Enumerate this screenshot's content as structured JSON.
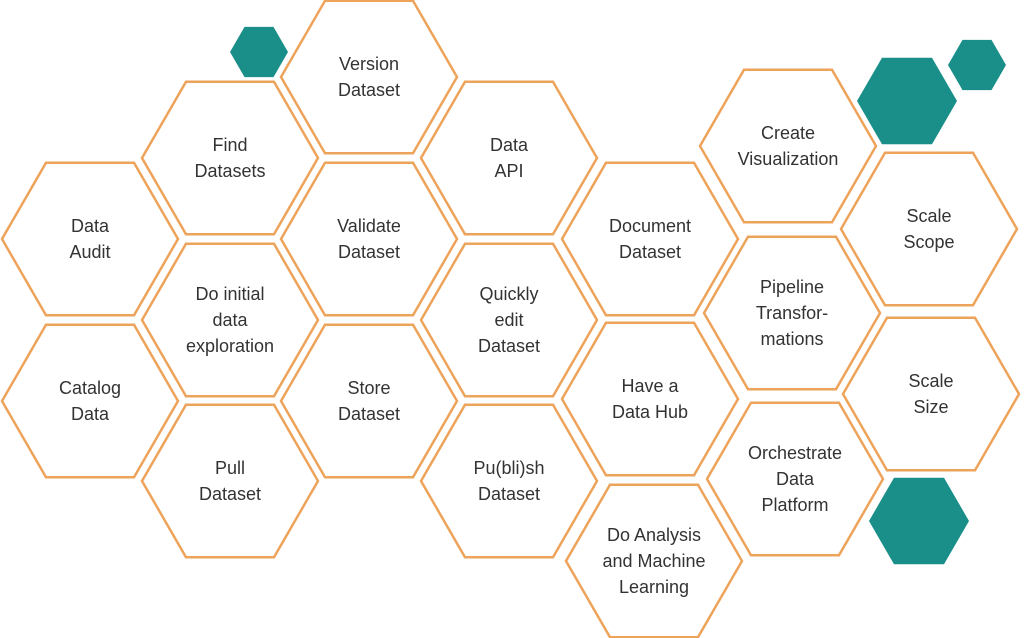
{
  "colors": {
    "outline": "#eea35b",
    "accent": "#1a8f8a",
    "text": "#333333"
  },
  "cells": [
    {
      "id": "version-dataset",
      "lines": [
        "Version",
        "Dataset"
      ]
    },
    {
      "id": "find-datasets",
      "lines": [
        "Find",
        "Datasets"
      ]
    },
    {
      "id": "data-api",
      "lines": [
        "Data",
        "API"
      ]
    },
    {
      "id": "data-audit",
      "lines": [
        "Data",
        "Audit"
      ]
    },
    {
      "id": "validate-dataset",
      "lines": [
        "Validate",
        "Dataset"
      ]
    },
    {
      "id": "create-visualization",
      "lines": [
        "Create",
        "Visualization"
      ]
    },
    {
      "id": "document-dataset",
      "lines": [
        "Document",
        "Dataset"
      ]
    },
    {
      "id": "scale-scope",
      "lines": [
        "Scale",
        "Scope"
      ]
    },
    {
      "id": "do-initial-data-exploration",
      "lines": [
        "Do initial",
        "data",
        "exploration"
      ]
    },
    {
      "id": "quickly-edit-dataset",
      "lines": [
        "Quickly",
        "edit",
        "Dataset"
      ]
    },
    {
      "id": "pipeline-transformations",
      "lines": [
        "Pipeline",
        "Transfor-",
        "mations"
      ]
    },
    {
      "id": "catalog-data",
      "lines": [
        "Catalog",
        "Data"
      ]
    },
    {
      "id": "store-dataset",
      "lines": [
        "Store",
        "Dataset"
      ]
    },
    {
      "id": "have-a-data-hub",
      "lines": [
        "Have a",
        "Data Hub"
      ]
    },
    {
      "id": "scale-size",
      "lines": [
        "Scale",
        "Size"
      ]
    },
    {
      "id": "pull-dataset",
      "lines": [
        "Pull",
        "Dataset"
      ]
    },
    {
      "id": "publish-dataset",
      "lines": [
        "Pu(bli)sh",
        "Dataset"
      ]
    },
    {
      "id": "orchestrate-data-platform",
      "lines": [
        "Orchestrate",
        "Data",
        "Platform"
      ]
    },
    {
      "id": "do-analysis-and-machine-learning",
      "lines": [
        "Do Analysis",
        "and Machine",
        "Learning"
      ]
    }
  ]
}
